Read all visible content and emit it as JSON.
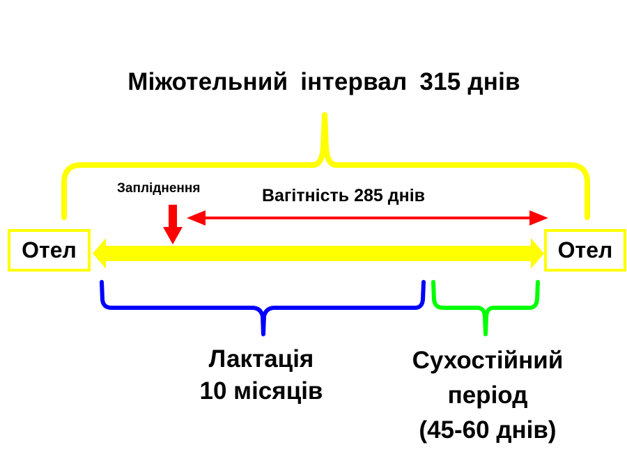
{
  "diagram": {
    "title": {
      "part1": "Міжотельний",
      "part2": "інтервал",
      "part3": "315 днів"
    },
    "calving_left": "Отел",
    "calving_right": "Отел",
    "fertilization_label": "Запліднення",
    "pregnancy_label": "Вагітність 285 днів",
    "lactation": {
      "line1": "Лактація",
      "line2": "10 місяців"
    },
    "dry_period": {
      "line1": "Сухостійний",
      "line2": "період",
      "line3": "(45-60 днів)"
    },
    "colors": {
      "interval_brace": "#ffff00",
      "timeline_arrow": "#ffff00",
      "pregnancy_arrow": "#ff0000",
      "fertilization_arrow": "#ff0000",
      "lactation_brace": "#0000ff",
      "dry_period_brace": "#00ff00",
      "text": "#000000"
    }
  }
}
